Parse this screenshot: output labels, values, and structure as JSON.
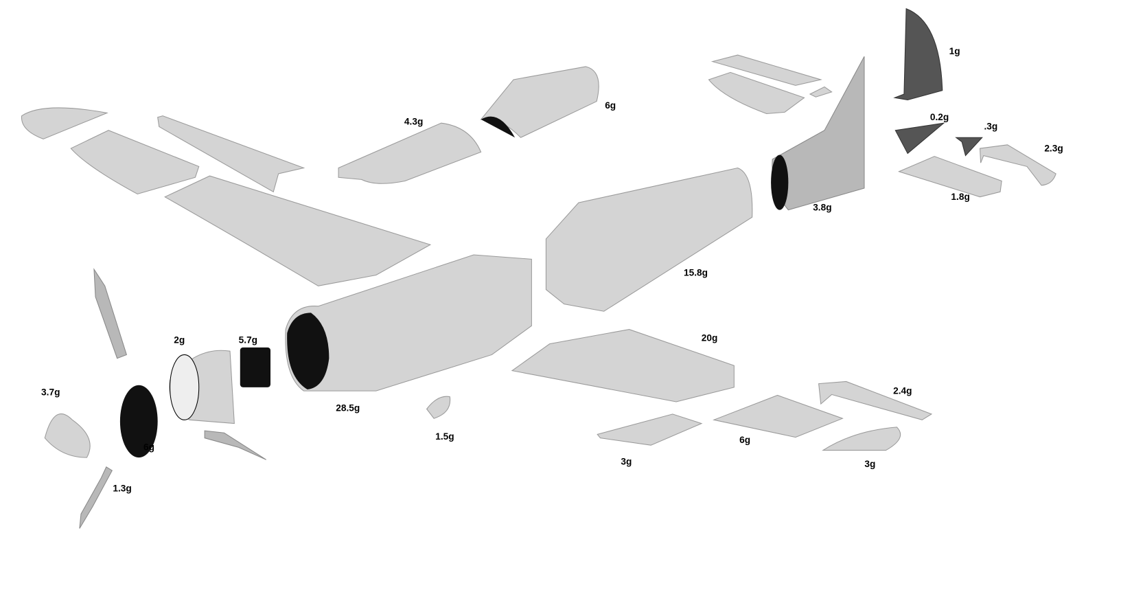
{
  "diagram": {
    "colors": {
      "background": "#ffffff",
      "part_light": "#d4d4d4",
      "part_dark": "#555555",
      "label": "#000000"
    },
    "weights": {
      "rudder": "1g",
      "canopy": "6g",
      "turtledeck": "4.3g",
      "tail_brace": "0.2g",
      "horn": ".3g",
      "right_stabilizer": "2.3g",
      "left_stabilizer": "1.8g",
      "tail_cone": "3.8g",
      "rear_fuselage": "15.8g",
      "right_wing": "20g",
      "cowl_ring": "2g",
      "motor_mount": "5.7g",
      "spinner": "3.7g",
      "front_fuselage": "28.5g",
      "right_aileron": "2.4g",
      "wing_pod": "1.5g",
      "cowl_front": "6g",
      "right_flap": "6g",
      "right_flap_strip": "3g",
      "right_wingtip": "3g",
      "propeller_blade": "1.3g"
    }
  }
}
